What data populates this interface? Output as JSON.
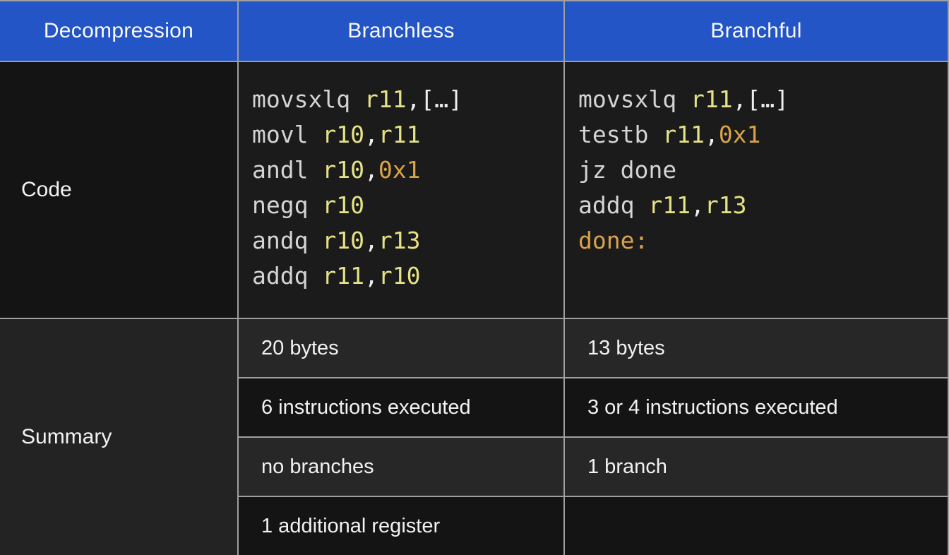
{
  "colors": {
    "header_bg": "#2355c6",
    "header_text": "#fafafa",
    "border": "#9f9f9f",
    "code_cell_bg": "#1b1b1b",
    "code_label_bg": "#141414",
    "summary_label_bg": "#232323",
    "summary_row_light_bg": "#272727",
    "summary_row_dark_bg": "#141414",
    "body_text": "#f2f2f2",
    "tok_mnemonic": "#d4d4d4",
    "tok_register": "#e6e287",
    "tok_immediate": "#d9a24a",
    "tok_label": "#d9a24a",
    "tok_punct": "#eeeeee"
  },
  "header": {
    "decompression": "Decompression",
    "branchless": "Branchless",
    "branchful": "Branchful"
  },
  "row_labels": {
    "code": "Code",
    "summary": "Summary"
  },
  "code": {
    "branchless": [
      [
        {
          "t": "mn",
          "v": "movsxlq "
        },
        {
          "t": "reg",
          "v": "r11"
        },
        {
          "t": "pn",
          "v": ",[…]"
        }
      ],
      [
        {
          "t": "mn",
          "v": "movl "
        },
        {
          "t": "reg",
          "v": "r10"
        },
        {
          "t": "pn",
          "v": ","
        },
        {
          "t": "reg",
          "v": "r11"
        }
      ],
      [
        {
          "t": "mn",
          "v": "andl "
        },
        {
          "t": "reg",
          "v": "r10"
        },
        {
          "t": "pn",
          "v": ","
        },
        {
          "t": "imm",
          "v": "0x1"
        }
      ],
      [
        {
          "t": "mn",
          "v": "negq "
        },
        {
          "t": "reg",
          "v": "r10"
        }
      ],
      [
        {
          "t": "mn",
          "v": "andq "
        },
        {
          "t": "reg",
          "v": "r10"
        },
        {
          "t": "pn",
          "v": ","
        },
        {
          "t": "reg",
          "v": "r13"
        }
      ],
      [
        {
          "t": "mn",
          "v": "addq "
        },
        {
          "t": "reg",
          "v": "r11"
        },
        {
          "t": "pn",
          "v": ","
        },
        {
          "t": "reg",
          "v": "r10"
        }
      ]
    ],
    "branchful": [
      [
        {
          "t": "mn",
          "v": "movsxlq "
        },
        {
          "t": "reg",
          "v": "r11"
        },
        {
          "t": "pn",
          "v": ",[…]"
        }
      ],
      [
        {
          "t": "mn",
          "v": "testb "
        },
        {
          "t": "reg",
          "v": "r11"
        },
        {
          "t": "pn",
          "v": ","
        },
        {
          "t": "imm",
          "v": "0x1"
        }
      ],
      [
        {
          "t": "mn",
          "v": "jz done"
        }
      ],
      [
        {
          "t": "mn",
          "v": "addq "
        },
        {
          "t": "reg",
          "v": "r11"
        },
        {
          "t": "pn",
          "v": ","
        },
        {
          "t": "reg",
          "v": "r13"
        }
      ],
      [
        {
          "t": "lab",
          "v": "done:"
        }
      ]
    ]
  },
  "summary_rows": [
    {
      "branchless": "20 bytes",
      "branchful": "13 bytes"
    },
    {
      "branchless": "6 instructions executed",
      "branchful": "3 or 4 instructions executed"
    },
    {
      "branchless": "no branches",
      "branchful": "1 branch"
    },
    {
      "branchless": "1 additional register",
      "branchful": ""
    }
  ]
}
